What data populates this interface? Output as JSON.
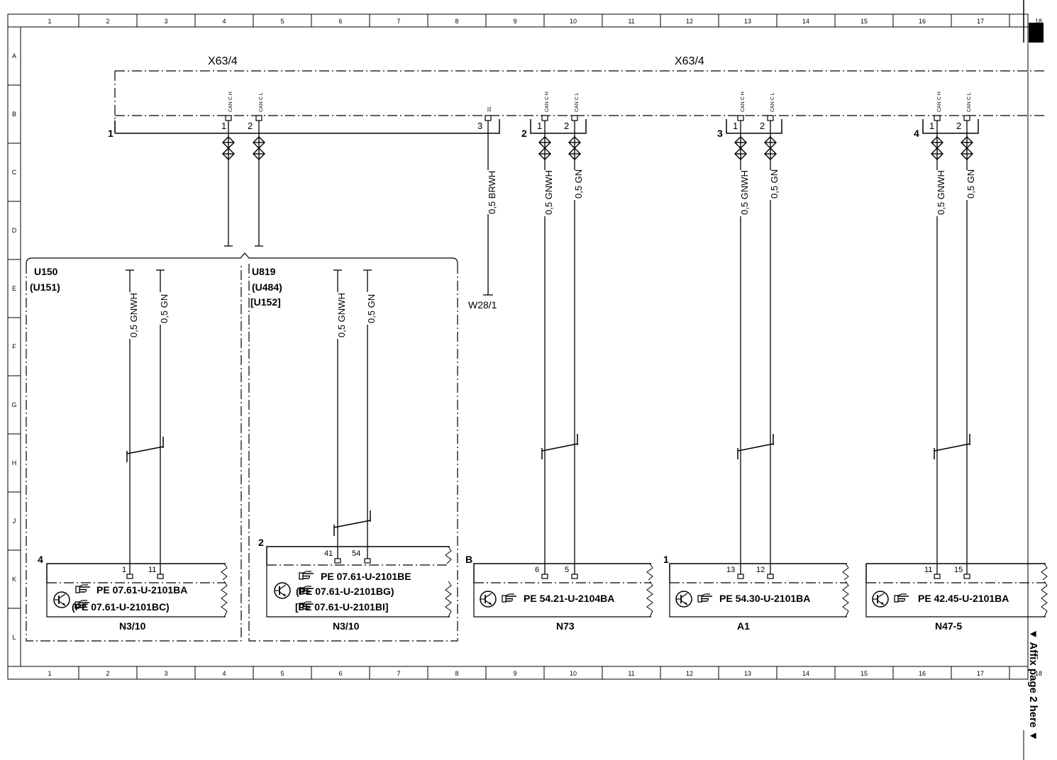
{
  "columns": [
    "1",
    "2",
    "3",
    "4",
    "5",
    "6",
    "7",
    "8",
    "9",
    "10",
    "11",
    "12",
    "13",
    "14",
    "15",
    "16",
    "17",
    "18"
  ],
  "rows": [
    "A",
    "B",
    "C",
    "D",
    "E",
    "F",
    "G",
    "H",
    "J",
    "K",
    "L"
  ],
  "connector": {
    "left_label": "X63/4",
    "right_label": "X63/4",
    "pin_labels": {
      "can_h": "CAN C H",
      "can_l": "CAN C L",
      "p31": "31"
    },
    "group_numbers": {
      "g1": "1",
      "g2": "2",
      "g3": "3",
      "g4": "4"
    },
    "pin_numbers": {
      "p1": "1",
      "p2": "2",
      "p3": "3"
    }
  },
  "wires": {
    "gnwh": "0,5 GNWH",
    "gn": "0,5 GN",
    "brwh": "0,5 BRWH"
  },
  "ground": {
    "label": "W28/1"
  },
  "variants": {
    "left": {
      "line1": "U150",
      "line2": "(U151)"
    },
    "right": {
      "line1": "U819",
      "line2": "(U484)",
      "line3": "[U152]"
    }
  },
  "components": [
    {
      "number": "4",
      "name": "N3/10",
      "pins": [
        "1",
        "11"
      ],
      "refs": [
        "PE 07.61-U-2101BA",
        "(PE 07.61-U-2101BC)"
      ]
    },
    {
      "number": "2",
      "name": "N3/10",
      "pins": [
        "41",
        "54"
      ],
      "refs": [
        "PE 07.61-U-2101BE",
        "(PE 07.61-U-2101BG)",
        "[PE 07.61-U-2101BI]"
      ]
    },
    {
      "number": "B",
      "name": "N73",
      "pins": [
        "6",
        "5"
      ],
      "refs": [
        "PE 54.21-U-2104BA"
      ]
    },
    {
      "number": "1",
      "name": "A1",
      "pins": [
        "13",
        "12"
      ],
      "refs": [
        "PE 54.30-U-2101BA"
      ]
    },
    {
      "number": "",
      "name": "N47-5",
      "pins": [
        "11",
        "15"
      ],
      "refs": [
        "PE 42.45-U-2101BA"
      ]
    }
  ],
  "affix_note": "▼ Affix page 2 here ▼",
  "colors": {
    "ink": "#000000",
    "paper": "#ffffff"
  },
  "icons": [
    "transistor-icon",
    "pointing-hand-icon",
    "wire-coupling-icon",
    "ground-icon",
    "shield-icon"
  ]
}
